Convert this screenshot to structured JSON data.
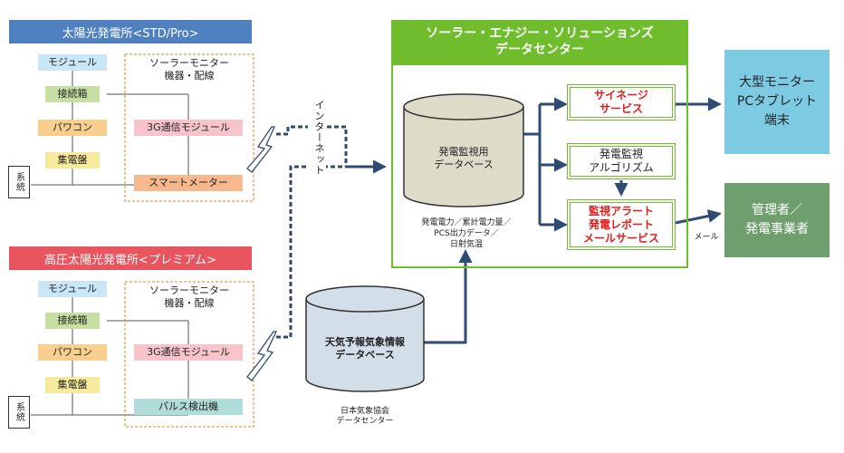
{
  "plant_std": {
    "title": "太陽光発電所<STD/Pro>",
    "module": "モジュール",
    "junction": "接続箱",
    "pcs": "パワコン",
    "board": "集電盤",
    "monitor_title": "ソーラーモニター\n機器・配線",
    "g3": "3G通信モジュール",
    "meter": "スマートメーター",
    "grid": "系統"
  },
  "plant_premium": {
    "title": "高圧太陽光発電所<プレミアム>",
    "module": "モジュール",
    "junction": "接続箱",
    "pcs": "パワコン",
    "board": "集電盤",
    "monitor_title": "ソーラーモニター\n機器・配線",
    "g3": "3G通信モジュール",
    "pulse": "パルス検出機",
    "grid": "系統"
  },
  "internet_label": "インターネット",
  "datacenter": {
    "title": "ソーラー・エナジー・ソリューションズ\nデータセンター",
    "db_label": "発電監視用\nデータベース",
    "db_note": "発電電力／累計電力量／\nPCS出力データ／\n日射気温",
    "signage": "サイネージ\nサービス",
    "algorithm": "発電監視\nアルゴリズム",
    "alert": "監視アラート\n発電レポート\nメールサービス"
  },
  "weather": {
    "db_label": "天気予報気象情報\nデータベース",
    "source": "日本気象協会\nデータセンター"
  },
  "outputs": {
    "display": "大型モニター\nPCタブレット\n端末",
    "operator": "管理者／\n発電事業者",
    "mail_label": "メール"
  },
  "colors": {
    "std_banner": "#4f81c1",
    "premium_banner": "#e9555f",
    "module": "#c9e7f6",
    "junction": "#c8dfa4",
    "pcs": "#f8cf8e",
    "board": "#f6eb9c",
    "g3": "#f7c4cc",
    "meter": "#f6b88c",
    "pulse": "#b0ddd7",
    "datacenter": "#6fbd2c",
    "red_text": "#e11c1c",
    "display_box": "#7ccbe3",
    "operator_box": "#6f9f6f",
    "arrow": "#2f4b73"
  }
}
